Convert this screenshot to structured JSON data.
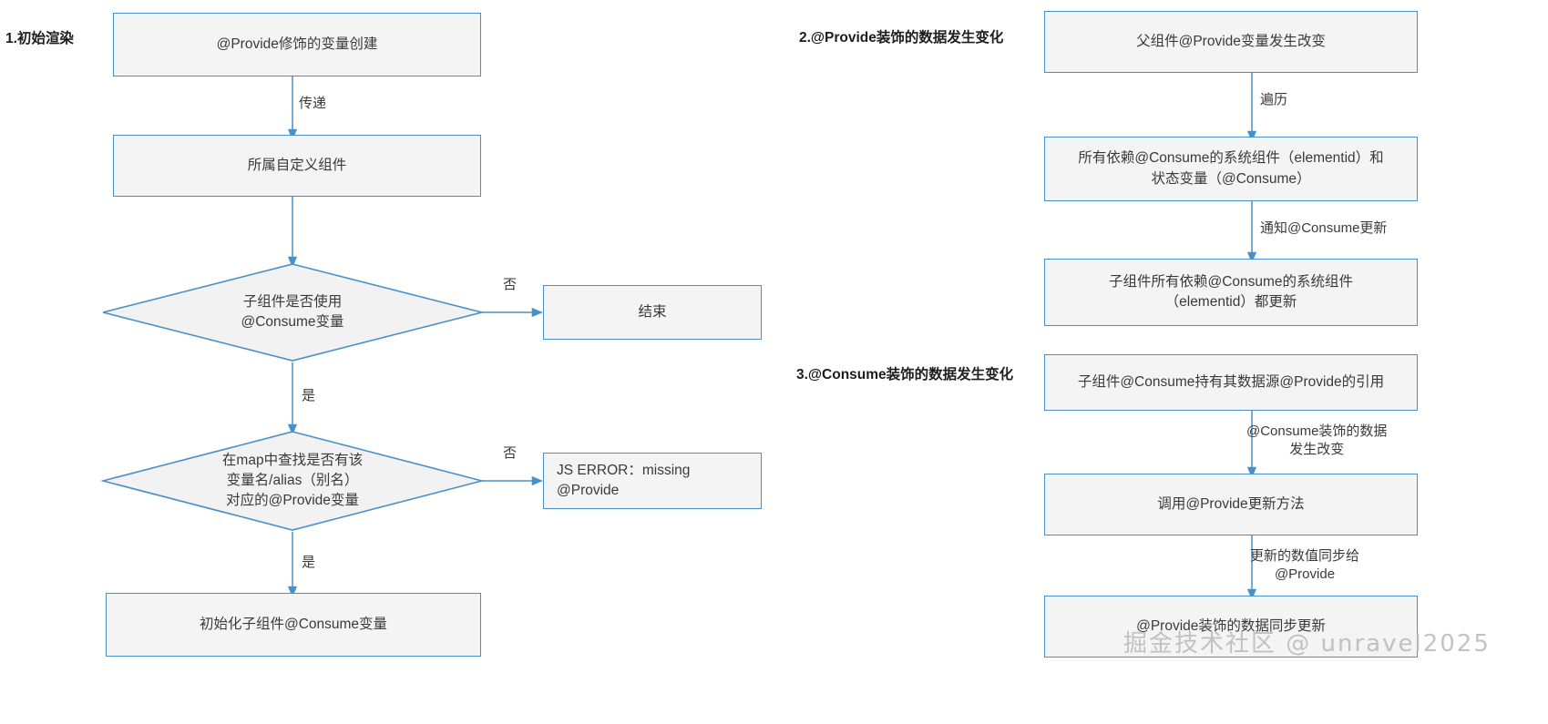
{
  "diagram": {
    "title_hidden": "",
    "colors": {
      "node_border": "#4a90c8",
      "node_fill": "#f4f4f4",
      "text": "#3a3a3a",
      "arrow": "#4a90c8",
      "watermark": "#b9b9b9"
    }
  },
  "stages": [
    {
      "id": "stage-1",
      "label": "1.初始渲染"
    },
    {
      "id": "stage-2",
      "label": "2.@Provide装饰的数据发生变化"
    },
    {
      "id": "stage-3",
      "label": "3.@Consume装饰的数据发生变化"
    }
  ],
  "flow_left": {
    "nodes": [
      {
        "id": "n1",
        "type": "process",
        "text": "@Provide修饰的变量创建"
      },
      {
        "id": "n2",
        "type": "process",
        "text": "所属自定义组件"
      },
      {
        "id": "n3",
        "type": "decision",
        "text": "子组件是否使用\n@Consume变量"
      },
      {
        "id": "n4",
        "type": "process",
        "text": "结束"
      },
      {
        "id": "n5",
        "type": "decision",
        "text": "在map中查找是否有该\n变量名/alias（别名）\n对应的@Provide变量"
      },
      {
        "id": "n6",
        "type": "process",
        "text": "JS ERROR：missing @Provide"
      },
      {
        "id": "n7",
        "type": "process",
        "text": "初始化子组件@Consume变量"
      }
    ],
    "edges": [
      {
        "from": "n1",
        "to": "n2",
        "label": "传递"
      },
      {
        "from": "n2",
        "to": "n3",
        "label": ""
      },
      {
        "from": "n3",
        "to": "n4",
        "label": "否"
      },
      {
        "from": "n3",
        "to": "n5",
        "label": "是"
      },
      {
        "from": "n5",
        "to": "n6",
        "label": "否"
      },
      {
        "from": "n5",
        "to": "n7",
        "label": "是"
      }
    ]
  },
  "flow_right_provide": {
    "nodes": [
      {
        "id": "r1",
        "type": "process",
        "text": "父组件@Provide变量发生改变"
      },
      {
        "id": "r2",
        "type": "process",
        "text": "所有依赖@Consume的系统组件（elementid）和\n状态变量（@Consume）"
      },
      {
        "id": "r3",
        "type": "process",
        "text": "子组件所有依赖@Consume的系统组件\n（elementid）都更新"
      }
    ],
    "edges": [
      {
        "from": "r1",
        "to": "r2",
        "label": "遍历"
      },
      {
        "from": "r2",
        "to": "r3",
        "label": "通知@Consume更新"
      }
    ]
  },
  "flow_right_consume": {
    "nodes": [
      {
        "id": "c1",
        "type": "process",
        "text": "子组件@Consume持有其数据源@Provide的引用"
      },
      {
        "id": "c2",
        "type": "process",
        "text": "调用@Provide更新方法"
      },
      {
        "id": "c3",
        "type": "process",
        "text": "@Provide装饰的数据同步更新"
      }
    ],
    "edges": [
      {
        "from": "c1",
        "to": "c2",
        "label": "@Consume装饰的数据\n发生改变"
      },
      {
        "from": "c2",
        "to": "c3",
        "label": "更新的数值同步给\n@Provide"
      }
    ]
  },
  "watermark": {
    "text": "掘金技术社区 @ unravel2025"
  }
}
